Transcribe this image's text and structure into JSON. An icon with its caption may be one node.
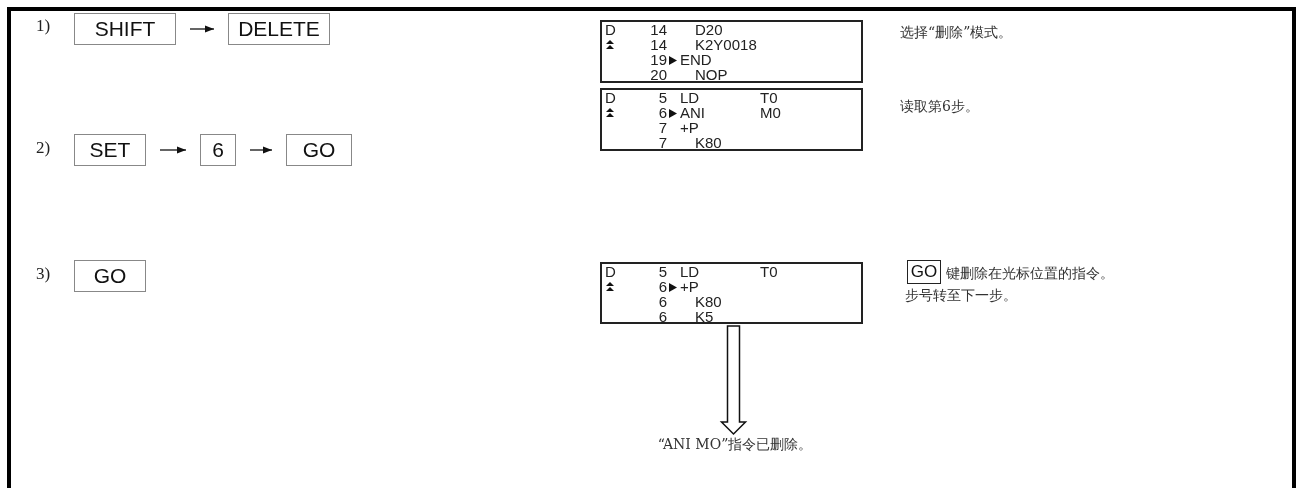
{
  "diagram": {
    "nodes": [
      {
        "text": [
          "SHIFT"
        ]
      },
      {
        "text": [
          "DELETE"
        ]
      },
      {
        "text": [
          "D",
          "14",
          "D20",
          "14",
          "K2Y0018",
          "19",
          "END",
          "20",
          "NOP"
        ]
      },
      {
        "text": [
          "SET"
        ]
      },
      {
        "text": [
          "6"
        ]
      },
      {
        "text": [
          "GO"
        ]
      },
      {
        "text": [
          "D",
          "5",
          "LD",
          "T0",
          "6",
          "ANI",
          "M0",
          "7",
          "+P",
          "7",
          "K80"
        ]
      },
      {
        "text": [
          "GO"
        ]
      },
      {
        "text": [
          "D",
          "5",
          "LD",
          "T0",
          "6",
          "+P",
          "6",
          "K80",
          "6",
          "K5"
        ]
      },
      {
        "text": [
          "GO"
        ]
      },
      {
        "text": [
          "“ANI MO”指令已删除。"
        ]
      }
    ],
    "edges": [
      {
        "from": 0,
        "to": 1,
        "arrow": "to"
      },
      {
        "from": 3,
        "to": 4,
        "arrow": "to"
      },
      {
        "from": 4,
        "to": 5,
        "arrow": "to"
      },
      {
        "from": 8,
        "to": 10,
        "arrow": "to",
        "style": "thick"
      }
    ],
    "labels": [
      "1)",
      "选择“删除”模式。",
      "2)",
      "读取第6步。",
      "3)",
      "键删除在光标位置的指令。步号转至下一步。"
    ]
  }
}
